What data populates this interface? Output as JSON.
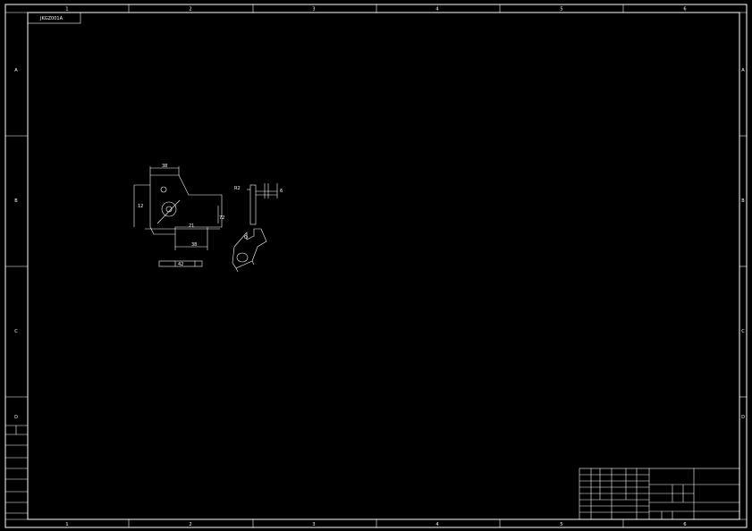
{
  "sheet": {
    "top_left_label": "JKGZ001A",
    "col_markers": [
      "1",
      "2",
      "3",
      "4",
      "5",
      "6"
    ],
    "row_markers": [
      "A",
      "B",
      "C",
      "D"
    ]
  },
  "left_strip": {
    "labels": [
      "",
      "",
      "",
      "",
      "",
      "",
      "",
      ""
    ]
  },
  "title_block": {
    "top_code": "",
    "right_center": "",
    "right_bottom": ""
  },
  "drawing": {
    "dims": [
      "38",
      "12",
      "72",
      "21",
      "38",
      "R2",
      "6",
      "42"
    ],
    "text_note": ""
  },
  "colors": {
    "background": "#000000",
    "lines": "#ffffff"
  }
}
